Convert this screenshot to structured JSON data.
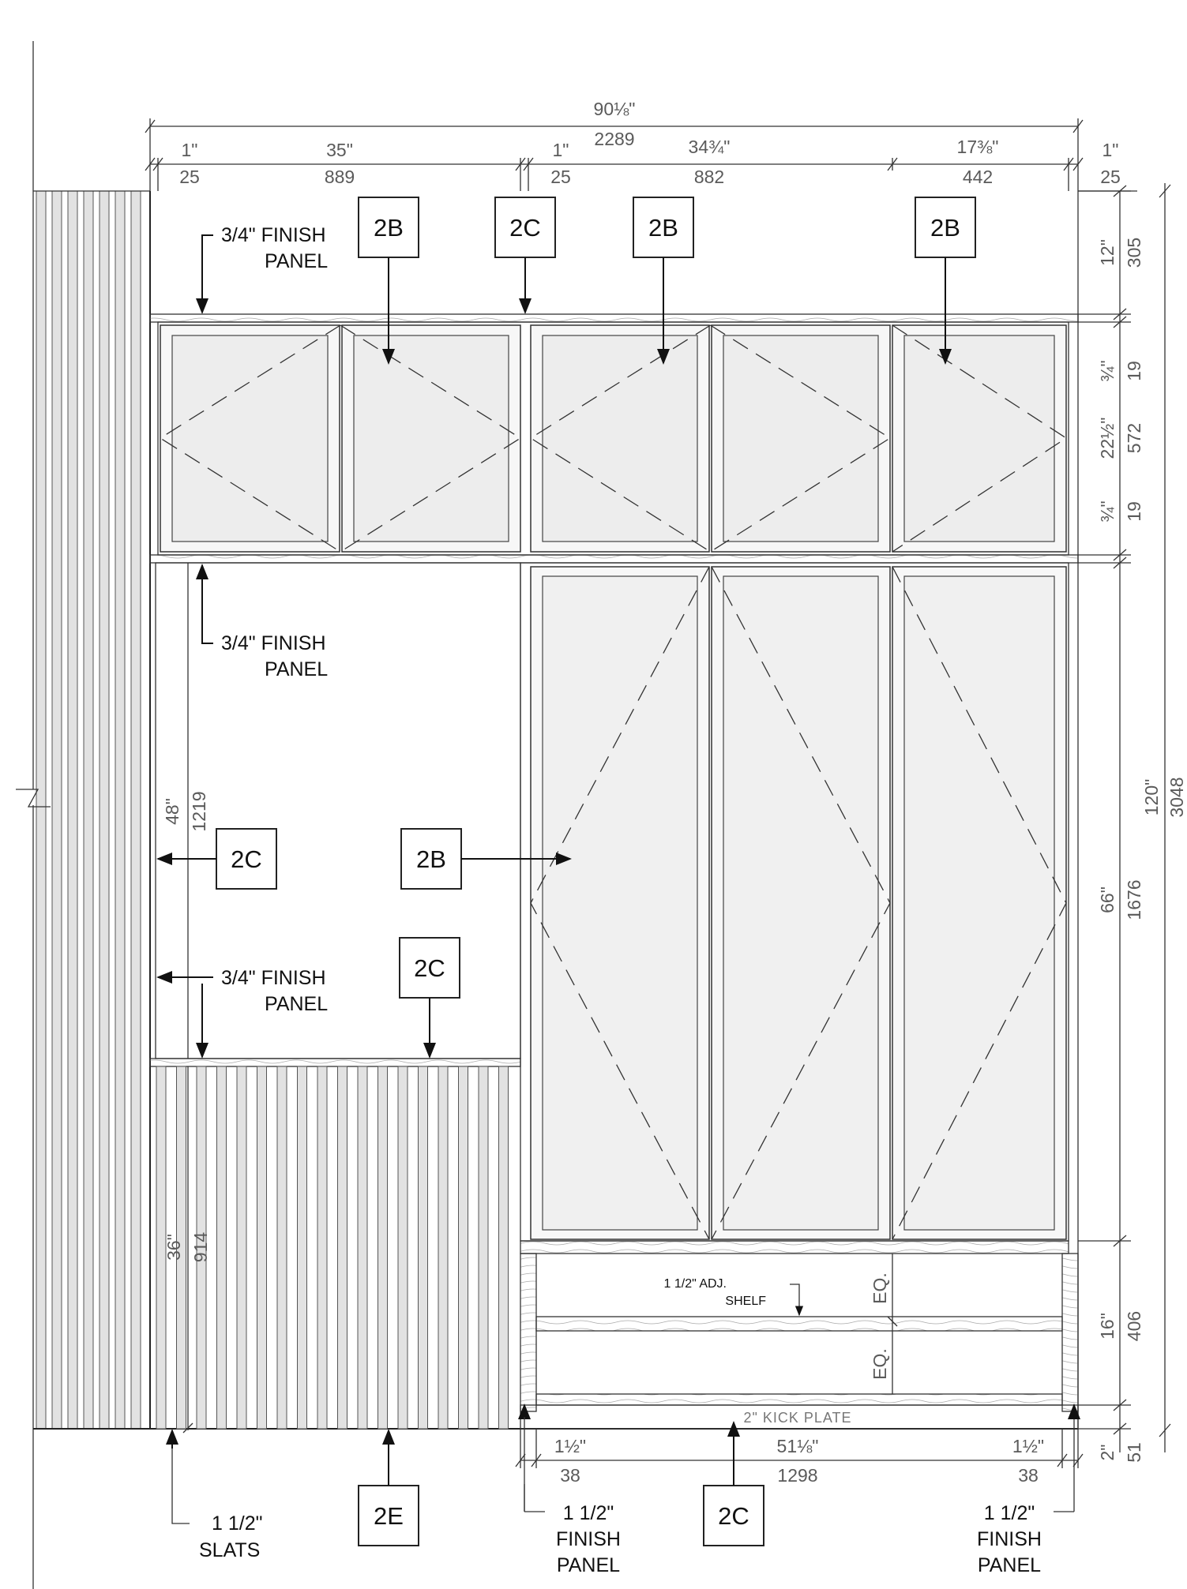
{
  "dimensions": {
    "overall_width_in": "90⅛\"",
    "overall_width_mm": "2289",
    "top_left_gap_in": "1\"",
    "top_left_gap_mm": "25",
    "left_section_in": "35\"",
    "left_section_mm": "889",
    "mid_gap_in": "1\"",
    "mid_gap_mm": "25",
    "right_section_in": "34¾\"",
    "right_section_mm": "882",
    "right_sub_in": "17⅜\"",
    "right_sub_mm": "442",
    "top_right_gap_in": "1\"",
    "top_right_gap_mm": "25",
    "top_space_in": "12\"",
    "top_space_mm": "305",
    "upper_rail_top_in": "¾\"",
    "upper_rail_top_mm": "19",
    "upper_door_in": "22½\"",
    "upper_door_mm": "572",
    "upper_rail_bottom_in": "¾\"",
    "upper_rail_bottom_mm": "19",
    "tall_door_in": "66\"",
    "tall_door_mm": "1676",
    "overall_height_in": "120\"",
    "overall_height_mm": "3048",
    "base_in": "16\"",
    "base_mm": "406",
    "kick_in": "2\"",
    "kick_mm": "51",
    "open_niche_in": "48\"",
    "open_niche_mm": "1219",
    "slat_height_in": "36\"",
    "slat_height_mm": "914",
    "bottom_left_in": "1½\"",
    "bottom_left_mm": "38",
    "bottom_mid_in": "51⅛\"",
    "bottom_mid_mm": "1298",
    "bottom_right_in": "1½\"",
    "bottom_right_mm": "38",
    "eq_upper": "EQ.",
    "eq_lower": "EQ."
  },
  "labels": {
    "finish_panel_top_l1": "3/4\" FINISH",
    "finish_panel_top_l2": "PANEL",
    "finish_panel_mid_l1": "3/4\" FINISH",
    "finish_panel_mid_l2": "PANEL",
    "finish_panel_low_l1": "3/4\" FINISH",
    "finish_panel_low_l2": "PANEL",
    "adj_shelf_l1": "1 1/2\" ADJ.",
    "adj_shelf_l2": "SHELF",
    "kick_plate": "2\" KICK PLATE",
    "slats_l1": "1 1/2\"",
    "slats_l2": "SLATS",
    "finish_panel_bl_l1": "1 1/2\"",
    "finish_panel_bl_l2": "FINISH",
    "finish_panel_bl_l3": "PANEL",
    "finish_panel_br_l1": "1 1/2\"",
    "finish_panel_br_l2": "FINISH",
    "finish_panel_br_l3": "PANEL"
  },
  "tags": {
    "top_1": "2B",
    "top_2": "2C",
    "top_3": "2B",
    "top_4": "2B",
    "mid_left": "2C",
    "mid_center": "2B",
    "low_center": "2C",
    "bottom_left": "2E",
    "bottom_center": "2C"
  }
}
